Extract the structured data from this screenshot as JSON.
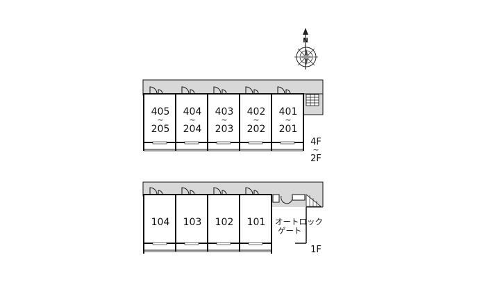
{
  "compass": {
    "north_label": "N"
  },
  "upper_block": {
    "units": [
      {
        "upper": "405",
        "lower": "205"
      },
      {
        "upper": "404",
        "lower": "204"
      },
      {
        "upper": "403",
        "lower": "203"
      },
      {
        "upper": "402",
        "lower": "202"
      },
      {
        "upper": "401",
        "lower": "201"
      }
    ],
    "range_mark": "~",
    "floor_top": "4F",
    "floor_bottom": "2F"
  },
  "lower_block": {
    "units": [
      "104",
      "103",
      "102",
      "101"
    ],
    "gate_line1": "オートロック",
    "gate_line2": "ゲート",
    "floor_label": "1F"
  },
  "colors": {
    "corridor": "#d8d8d8",
    "line": "#111111",
    "background": "#ffffff"
  }
}
